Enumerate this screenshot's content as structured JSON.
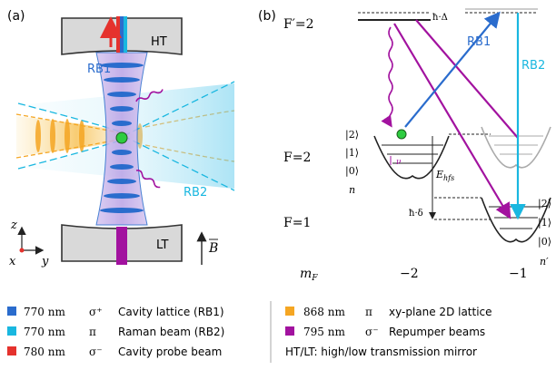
{
  "panel_a": {
    "label": "(a)",
    "mirror_top": "HT",
    "mirror_bottom": "LT",
    "beam_rb1": "RB1",
    "beam_rb2": "RB2",
    "axis_z": "z",
    "axis_x": "x",
    "axis_y": "y",
    "field": "B"
  },
  "panel_b": {
    "label": "(b)",
    "level_fp2": "F′=2",
    "level_f2": "F=2",
    "level_f1": "F=1",
    "detuning_delta_cap": "ħ·Δ",
    "detuning_delta_small": "ħ·δ",
    "beam_rb1": "RB1",
    "beam_rb2": "RB2",
    "hfs_label": "E",
    "hfs_sub": "hfs",
    "nu_label": "ν",
    "n_label": "n",
    "nprime_label": "n′",
    "states_left": [
      "|2⟩",
      "|1⟩",
      "|0⟩"
    ],
    "states_right": [
      "|2⟩",
      "|1⟩",
      "|0⟩"
    ],
    "mf_label": "m",
    "mf_sub": "F",
    "mf_values": [
      "−2",
      "−1"
    ]
  },
  "legend": {
    "items": [
      {
        "color": "#2a6ccd",
        "wavelength": "770 nm",
        "pol": "σ⁺",
        "desc": "Cavity lattice (RB1)"
      },
      {
        "color": "#19b7e0",
        "wavelength": "770 nm",
        "pol": "π",
        "desc": "Raman beam (RB2)"
      },
      {
        "color": "#e5322d",
        "wavelength": "780 nm",
        "pol": "σ⁻",
        "desc": "Cavity probe beam"
      },
      {
        "color": "#f5a623",
        "wavelength": "868 nm",
        "pol": "π",
        "desc": "xy-plane 2D lattice"
      },
      {
        "color": "#a2129f",
        "wavelength": "795 nm",
        "pol": "σ⁻",
        "desc": "Repumper beams"
      }
    ],
    "note": "HT/LT: high/low transmission mirror"
  }
}
